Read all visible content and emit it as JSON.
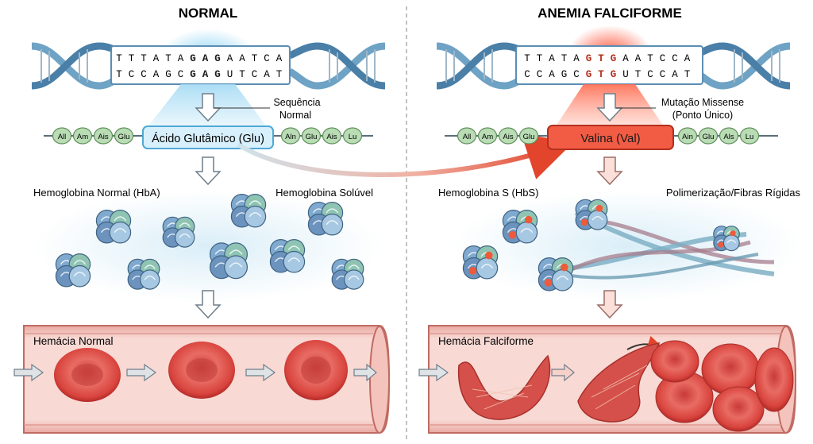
{
  "left": {
    "title": "NORMAL",
    "dna_top": [
      "T",
      "T",
      "T",
      "A",
      "T",
      "A",
      "G",
      "A",
      "G",
      "A",
      "A",
      "T",
      "C",
      "A"
    ],
    "dna_bottom": [
      "T",
      "C",
      "C",
      "A",
      "G",
      "C",
      "G",
      "A",
      "G",
      "U",
      "T",
      "C",
      "A",
      "T"
    ],
    "seq_label_1": "Sequência",
    "seq_label_2": "Normal",
    "chain_left": [
      "All",
      "Am",
      "Ais",
      "Glu"
    ],
    "highlight": "Ácido Glutâmico (Glu)",
    "chain_right": [
      "Aln",
      "Glu",
      "Ais",
      "Lu"
    ],
    "protein_label": "Hemoglobina Normal (HbA)",
    "protein_label_2": "Hemoglobina Solúvel",
    "vessel_label": "Hemácia Normal"
  },
  "right": {
    "title": "ANEMIA FALCIFORME",
    "dna_top": [
      "T",
      "T",
      "A",
      "T",
      "A",
      "G",
      "T",
      "G",
      "A",
      "A",
      "T",
      "C",
      "C",
      "A"
    ],
    "dna_bottom": [
      "C",
      "C",
      "A",
      "G",
      "C",
      "G",
      "T",
      "G",
      "U",
      "T",
      "C",
      "C",
      "A",
      "T"
    ],
    "mut_label_1": "Mutação Missense",
    "mut_label_2": "(Ponto Único)",
    "chain_left": [
      "All",
      "Am",
      "Ais",
      "Glu"
    ],
    "highlight": "Valina (Val)",
    "chain_right": [
      "Ain",
      "Glu",
      "Als",
      "Lu"
    ],
    "protein_label": "Hemoglobina S (HbS)",
    "protein_label_2": "Polimerização/Fibras Rígidas",
    "vessel_label": "Hemácia Falciforme"
  },
  "colors": {
    "normal_glow": "#8fd3f4",
    "mutation_glow": "#ff5a3c",
    "highlight_normal": "#d8f0fb",
    "highlight_mut": "#f25c45",
    "bead": "#b9dcb5",
    "vessel": "#f3c9c3",
    "rbc": "#e0514b"
  }
}
